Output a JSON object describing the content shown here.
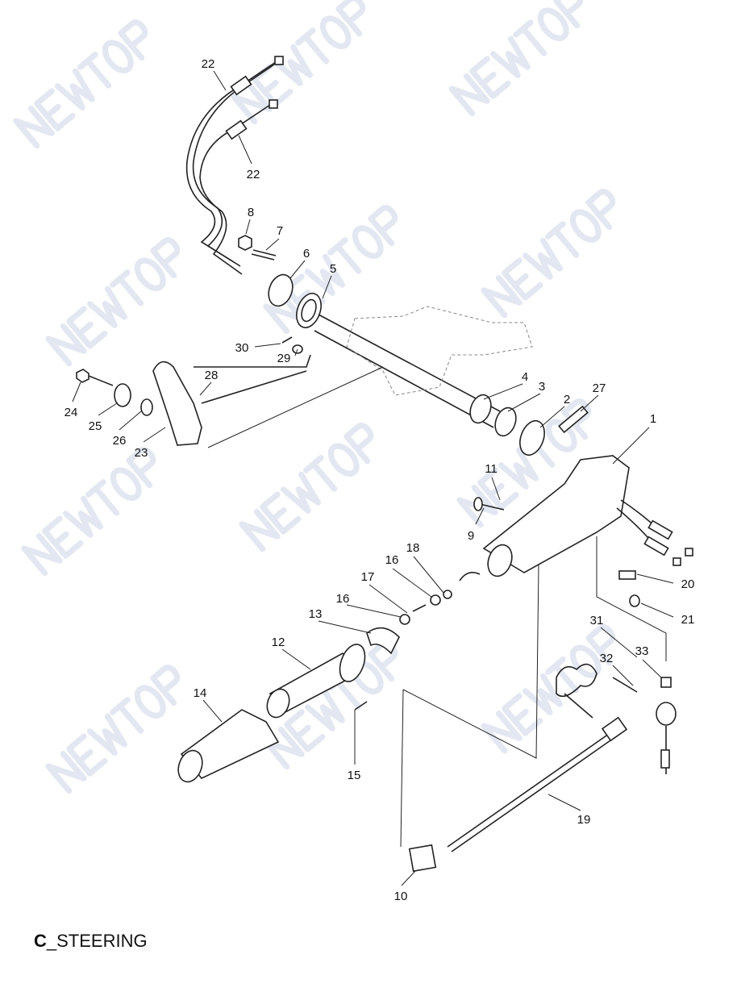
{
  "title": {
    "prefix": "C",
    "text": "_STEERING"
  },
  "watermark": "NEWTOP",
  "callouts": [
    "22",
    "22",
    "8",
    "7",
    "6",
    "5",
    "30",
    "29",
    "28",
    "24",
    "25",
    "26",
    "23",
    "4",
    "3",
    "2",
    "27",
    "1",
    "11",
    "9",
    "18",
    "16",
    "17",
    "16",
    "13",
    "12",
    "14",
    "15",
    "19",
    "10",
    "20",
    "21",
    "31",
    "32",
    "33"
  ]
}
